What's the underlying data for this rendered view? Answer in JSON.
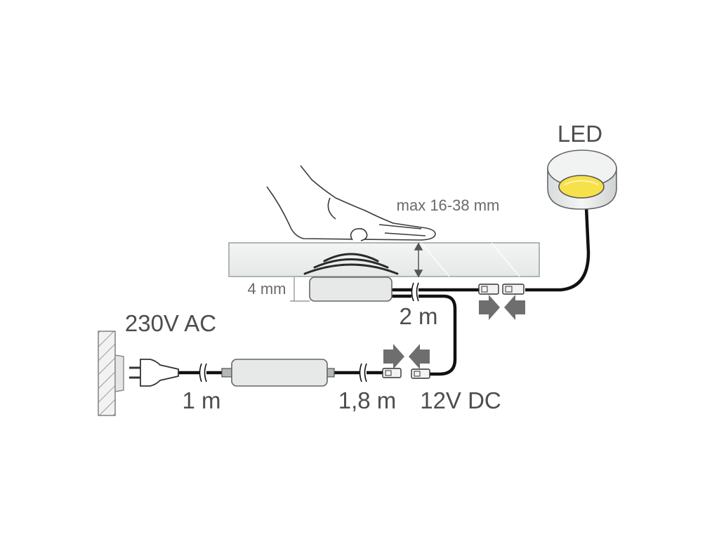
{
  "labels": {
    "led": "LED",
    "thickness": "max 16-38 mm",
    "gap": "4 mm",
    "cable_sensor": "2 m",
    "supply_voltage": "230V AC",
    "cable_plug": "1 m",
    "cable_driver": "1,8 m",
    "output_voltage": "12V DC"
  },
  "colors": {
    "cable": "#111111",
    "housing": "#e7e9e9",
    "outline": "#666666",
    "led_lens": "#f7e14a",
    "arrow": "#6e6e6e",
    "panel": "#edf0ef"
  },
  "icons": {
    "hand": "hand-icon",
    "sensor_waves": "sensor-wave-icon",
    "plug": "plug-icon",
    "wall_socket": "wall-socket-icon",
    "led_lamp": "led-lamp-icon"
  }
}
